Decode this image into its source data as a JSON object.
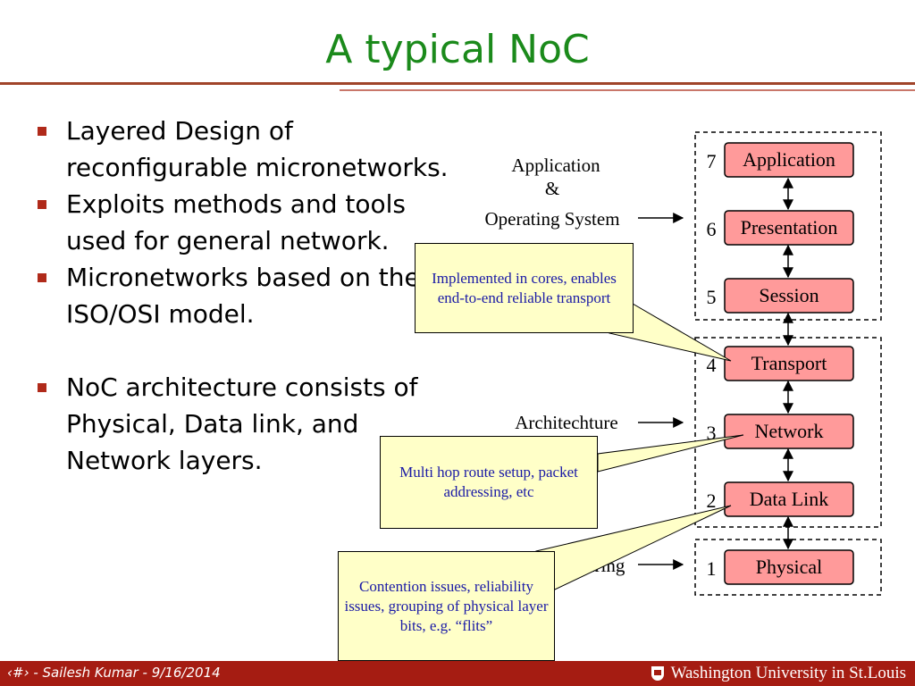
{
  "slide": {
    "title": "A typical NoC",
    "bullets": [
      "Layered Design of reconfigurable micronetworks.",
      "Exploits methods and tools used for general network.",
      "Micronetworks based on the ISO/OSI model.",
      "NoC architecture consists of Physical, Data link, and Network layers."
    ]
  },
  "diagram": {
    "layers": [
      {
        "number": "7",
        "name": "Application"
      },
      {
        "number": "6",
        "name": "Presentation"
      },
      {
        "number": "5",
        "name": "Session"
      },
      {
        "number": "4",
        "name": "Transport"
      },
      {
        "number": "3",
        "name": "Network"
      },
      {
        "number": "2",
        "name": "Data Link"
      },
      {
        "number": "1",
        "name": "Physical"
      }
    ],
    "side_labels": {
      "app_line1": "Application",
      "app_line2": "&",
      "app_line3": "Operating System",
      "arch": "Architechture",
      "wiring": "Wiring"
    }
  },
  "callouts": [
    "Implemented in cores, enables end-to-end reliable transport",
    "Multi hop route setup, packet addressing, etc",
    "Contention issues, reliability issues, grouping of physical layer bits, e.g. “flits”"
  ],
  "footer": {
    "text": "‹#› - Sailesh Kumar - 9/16/2014",
    "university": "Washington University in St.Louis"
  },
  "colors": {
    "title": "#1b8a1b",
    "layer_fill": "#ff9a9a",
    "callout_fill": "#ffffc8",
    "callout_text": "#1a1aa6",
    "footer_bg": "#a51c12"
  }
}
